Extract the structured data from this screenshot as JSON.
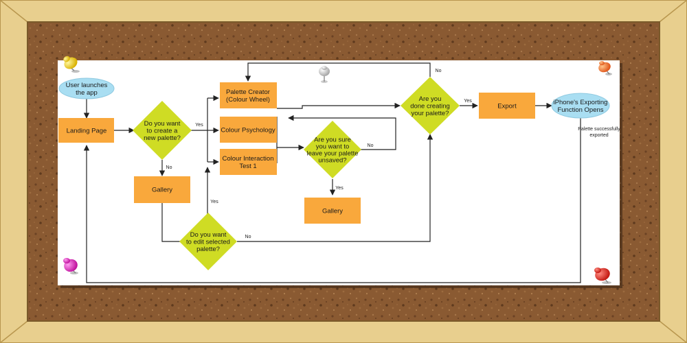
{
  "colors": {
    "frame": "#e8cf8e",
    "frame_dark": "#b8964e",
    "cork": "#8a5a32",
    "paper": "#ffffff",
    "process": "#f9a83c",
    "decision": "#cfdc24",
    "terminal": "#a9def2",
    "line": "#222222"
  },
  "nodes": {
    "start": {
      "lines": [
        "User launches",
        "the app"
      ]
    },
    "landing": {
      "lines": [
        "Landing Page"
      ]
    },
    "q_create": {
      "lines": [
        "Do you want",
        "to create a",
        "new palette?"
      ]
    },
    "gallery1": {
      "lines": [
        "Gallery"
      ]
    },
    "palette_creator": {
      "lines": [
        "Palette Creator",
        "(Colour Wheel)"
      ]
    },
    "colour_psych": {
      "lines": [
        "Colour Psychology"
      ]
    },
    "colour_test": {
      "lines": [
        "Colour Interaction",
        "Test 1"
      ]
    },
    "q_leave": {
      "lines": [
        "Are you sure",
        "you want to",
        "leave your palette",
        "unsaved?"
      ]
    },
    "gallery2": {
      "lines": [
        "Gallery"
      ]
    },
    "q_edit": {
      "lines": [
        "Do you want",
        "to edit selected",
        "palette?"
      ]
    },
    "q_done": {
      "lines": [
        "Are you",
        "done creating",
        "your palette?"
      ]
    },
    "export": {
      "lines": [
        "Export"
      ]
    },
    "iphone": {
      "lines": [
        "iPhone's Exporting",
        "Function Opens"
      ]
    }
  },
  "edge_labels": {
    "create_yes": "Yes",
    "create_no": "No",
    "edit_yes": "Yes",
    "edit_no": "No",
    "leave_yes": "Yes",
    "leave_no": "No",
    "done_yes": "Yes",
    "done_no": "No"
  },
  "note": {
    "lines": [
      "Palette successfully",
      "exported"
    ]
  }
}
